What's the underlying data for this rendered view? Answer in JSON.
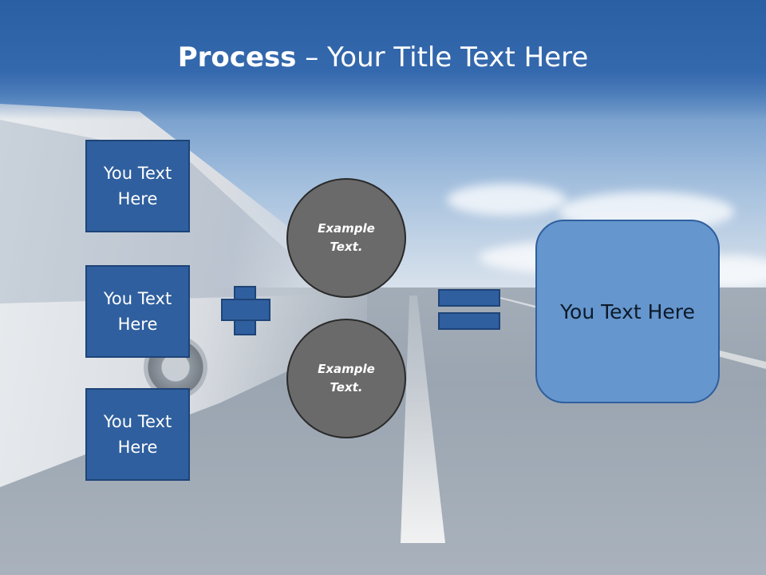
{
  "title": {
    "bold": "Process",
    "rest": " – Your Title Text Here"
  },
  "left_boxes": [
    {
      "label": "You Text Here"
    },
    {
      "label": "You Text Here"
    },
    {
      "label": "You Text Here"
    }
  ],
  "circles": [
    {
      "label": "Example Text."
    },
    {
      "label": "Example Text."
    }
  ],
  "result": {
    "label": "You Text Here"
  },
  "colors": {
    "accent": "#2f5f9e",
    "accent_border": "#1e4478",
    "result_fill": "#6596cd",
    "circle_fill": "#6a6a6a"
  },
  "icons": {
    "operator_1": "plus-icon",
    "operator_2": "equals-icon"
  }
}
